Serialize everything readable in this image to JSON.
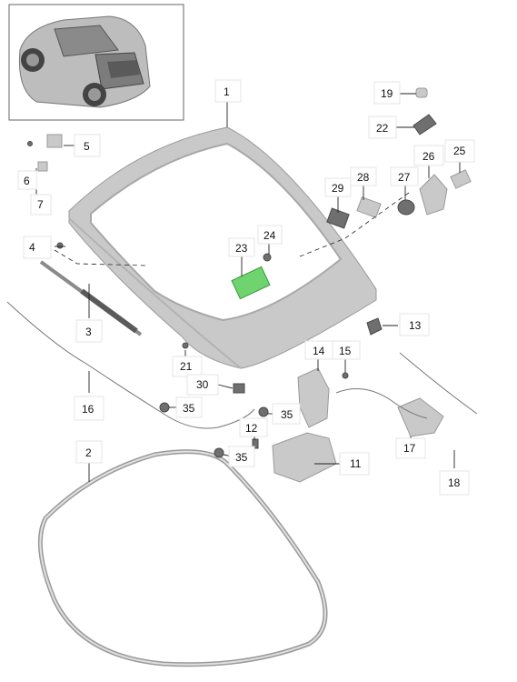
{
  "diagram": {
    "callouts": [
      {
        "id": "c1",
        "text": "1"
      },
      {
        "id": "c2",
        "text": "2"
      },
      {
        "id": "c3",
        "text": "3"
      },
      {
        "id": "c4",
        "text": "4"
      },
      {
        "id": "c5",
        "text": "5"
      },
      {
        "id": "c6",
        "text": "6"
      },
      {
        "id": "c7",
        "text": "7"
      },
      {
        "id": "c11",
        "text": "11"
      },
      {
        "id": "c12",
        "text": "12"
      },
      {
        "id": "c13",
        "text": "13"
      },
      {
        "id": "c14",
        "text": "14"
      },
      {
        "id": "c15",
        "text": "15"
      },
      {
        "id": "c16",
        "text": "16"
      },
      {
        "id": "c17",
        "text": "17"
      },
      {
        "id": "c18",
        "text": "18"
      },
      {
        "id": "c19",
        "text": "19"
      },
      {
        "id": "c21",
        "text": "21"
      },
      {
        "id": "c22",
        "text": "22"
      },
      {
        "id": "c23",
        "text": "23"
      },
      {
        "id": "c24",
        "text": "24"
      },
      {
        "id": "c25",
        "text": "25"
      },
      {
        "id": "c26",
        "text": "26"
      },
      {
        "id": "c27",
        "text": "27"
      },
      {
        "id": "c28",
        "text": "28"
      },
      {
        "id": "c29",
        "text": "29"
      },
      {
        "id": "c30",
        "text": "30"
      },
      {
        "id": "c35a",
        "text": "35"
      },
      {
        "id": "c35b",
        "text": "35"
      },
      {
        "id": "c35c",
        "text": "35"
      }
    ],
    "colors": {
      "highlight": "#6fd36f",
      "part": "#c9c9c9",
      "line": "#222222"
    }
  }
}
